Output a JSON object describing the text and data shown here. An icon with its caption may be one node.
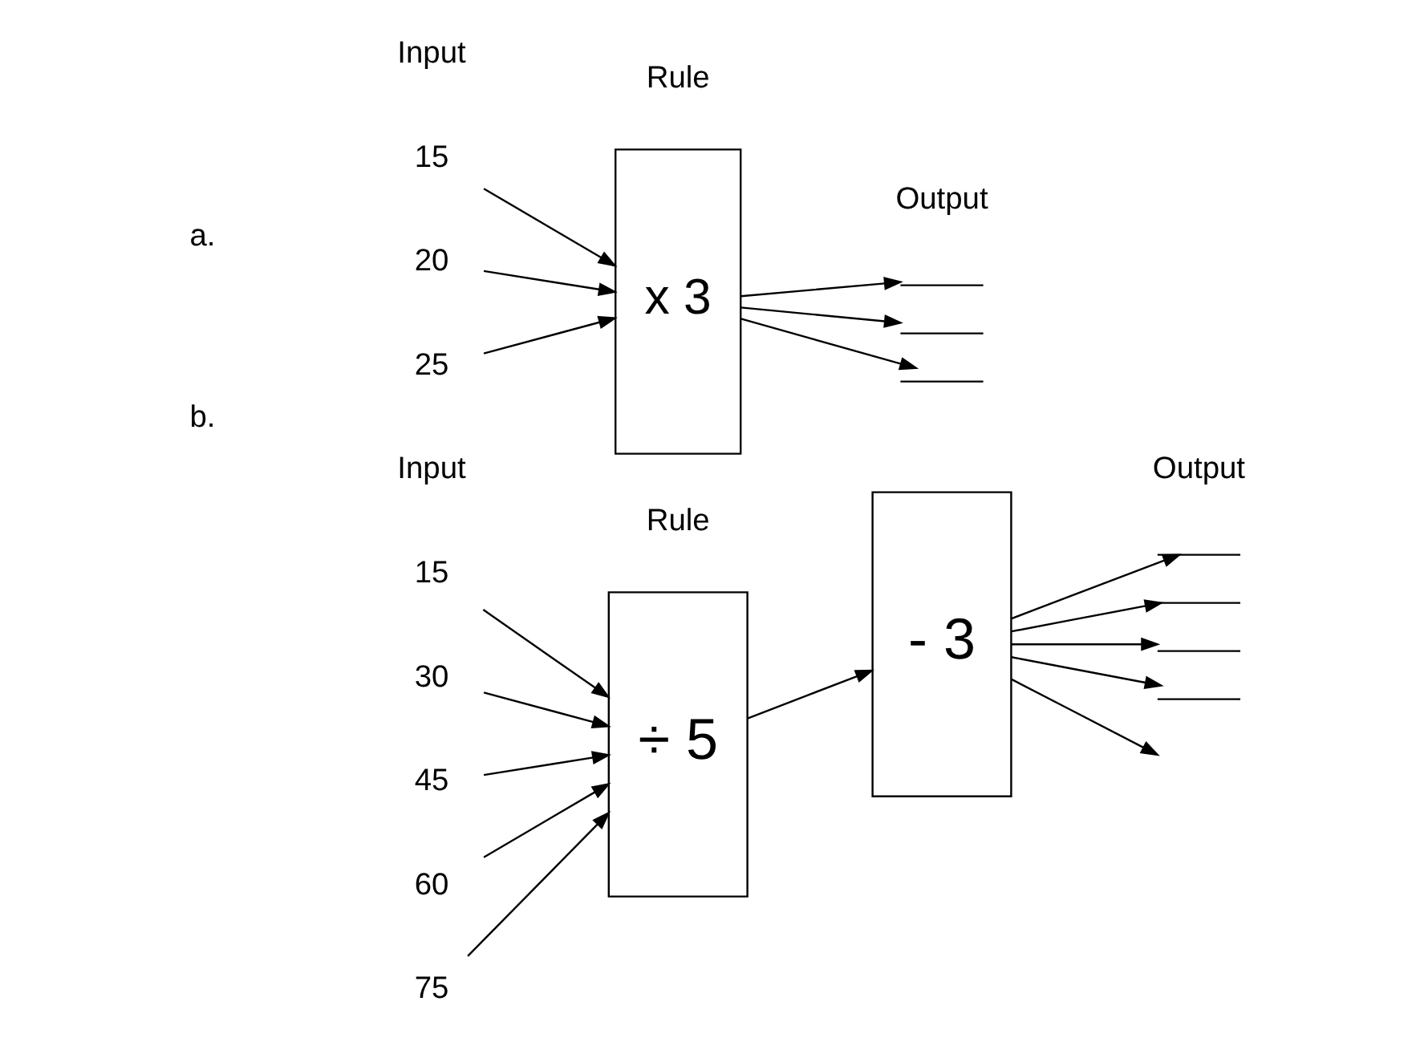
{
  "diagram": {
    "nodes": [
      {
        "text": [
          "15"
        ]
      },
      {
        "text": [
          "20"
        ]
      },
      {
        "text": [
          "25"
        ]
      },
      {
        "text": [
          "x 3"
        ]
      },
      {
        "text": [],
        "shape": "line"
      },
      {
        "text": [],
        "shape": "line"
      },
      {
        "text": [],
        "shape": "line"
      },
      {
        "text": [
          "15"
        ]
      },
      {
        "text": [
          "30"
        ]
      },
      {
        "text": [
          "45"
        ]
      },
      {
        "text": [
          "60"
        ]
      },
      {
        "text": [
          "75"
        ]
      },
      {
        "text": [
          "÷ 5"
        ]
      },
      {
        "text": [
          "- 3"
        ]
      },
      {
        "text": [],
        "shape": "line"
      },
      {
        "text": [],
        "shape": "line"
      },
      {
        "text": [],
        "shape": "line"
      },
      {
        "text": [],
        "shape": "line"
      }
    ],
    "edges": [
      {
        "from": 0,
        "to": 3,
        "arrow": "to"
      },
      {
        "from": 1,
        "to": 3,
        "arrow": "to"
      },
      {
        "from": 2,
        "to": 3,
        "arrow": "to"
      },
      {
        "from": 3,
        "to": 4,
        "arrow": "to"
      },
      {
        "from": 3,
        "to": 5,
        "arrow": "to"
      },
      {
        "from": 3,
        "to": 6,
        "arrow": "to"
      },
      {
        "from": 7,
        "to": 12,
        "arrow": "to"
      },
      {
        "from": 8,
        "to": 12,
        "arrow": "to"
      },
      {
        "from": 9,
        "to": 12,
        "arrow": "to"
      },
      {
        "from": 10,
        "to": 12,
        "arrow": "to"
      },
      {
        "from": 11,
        "to": 12,
        "arrow": "to"
      },
      {
        "from": 12,
        "to": 13,
        "arrow": "to"
      },
      {
        "from": 13,
        "to": 14,
        "arrow": "to"
      },
      {
        "from": 13,
        "to": 15,
        "arrow": "to"
      },
      {
        "from": 13,
        "to": 16,
        "arrow": "to"
      },
      {
        "from": 13,
        "to": 17,
        "arrow": "to"
      },
      {
        "from": 13,
        "to": null,
        "arrow": "to"
      }
    ],
    "labels": [
      "Input",
      "Rule",
      "Output",
      "a.",
      "Input",
      "Rule",
      "Output",
      "b."
    ]
  }
}
